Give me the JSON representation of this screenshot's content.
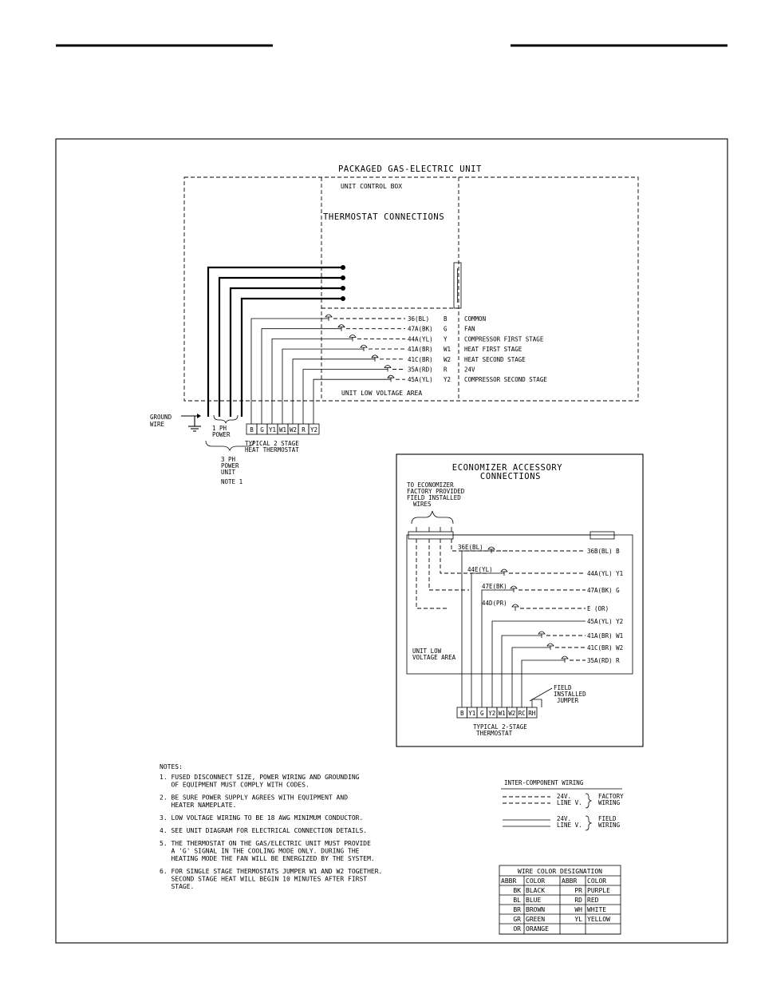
{
  "unit": {
    "title": "PACKAGED GAS-ELECTRIC UNIT",
    "control_box": "UNIT CONTROL BOX",
    "thermostat_connections": "THERMOSTAT CONNECTIONS",
    "low_voltage_area": "UNIT LOW VOLTAGE AREA",
    "ground_wire": [
      "GROUND",
      "WIRE"
    ],
    "power_1ph": [
      "1 PH",
      "POWER"
    ],
    "power_3ph": [
      "3 PH",
      "POWER",
      "UNIT"
    ],
    "note1": "NOTE 1",
    "thermostat_label": [
      "TYPICAL 2 STAGE",
      "HEAT THERMOSTAT"
    ],
    "terminals": [
      "B",
      "G",
      "Y1",
      "W1",
      "W2",
      "R",
      "Y2"
    ],
    "wires": [
      {
        "code": "36(BL)",
        "term": "B",
        "desc": "COMMON"
      },
      {
        "code": "47A(BK)",
        "term": "G",
        "desc": "FAN"
      },
      {
        "code": "44A(YL)",
        "term": "Y",
        "desc": "COMPRESSOR FIRST STAGE"
      },
      {
        "code": "41A(BR)",
        "term": "W1",
        "desc": "HEAT FIRST STAGE"
      },
      {
        "code": "41C(BR)",
        "term": "W2",
        "desc": "HEAT SECOND STAGE"
      },
      {
        "code": "35A(RD)",
        "term": "R",
        "desc": "24V"
      },
      {
        "code": "45A(YL)",
        "term": "Y2",
        "desc": "COMPRESSOR SECOND STAGE"
      }
    ]
  },
  "economizer": {
    "title": [
      "ECONOMIZER ACCESSORY",
      "CONNECTIONS"
    ],
    "to_economizer": [
      "TO ECONOMIZER",
      "FACTORY PROVIDED",
      "FIELD INSTALLED",
      "WIRES"
    ],
    "low_voltage_area": [
      "UNIT LOW",
      "VOLTAGE AREA"
    ],
    "field_jumper": [
      "FIELD",
      "INSTALLED",
      "JUMPER"
    ],
    "thermostat_label": [
      "TYPICAL 2-STAGE",
      "THERMOSTAT"
    ],
    "terminals": [
      "B",
      "Y1",
      "G",
      "Y2",
      "W1",
      "W2",
      "RC",
      "RH"
    ],
    "inner_wires": [
      "36E(BL)",
      "44E(YL)",
      "47E(BK)",
      "44D(PR)"
    ],
    "right_wires": [
      "36B(BL) B",
      "44A(YL) Y1",
      "47A(BK) G",
      "E (OR)",
      "45A(YL) Y2",
      "41A(BR) W1",
      "41C(BR) W2",
      "35A(RD) R"
    ]
  },
  "notes": {
    "heading": "NOTES:",
    "items": [
      [
        "1. FUSED DISCONNECT SIZE, POWER WIRING AND GROUNDING",
        "   OF EQUIPMENT MUST COMPLY WITH CODES."
      ],
      [
        "2. BE SURE POWER SUPPLY AGREES WITH EQUIPMENT AND",
        "   HEATER NAMEPLATE."
      ],
      [
        "3. LOW VOLTAGE WIRING TO BE 18 AWG MINIMUM CONDUCTOR."
      ],
      [
        "4. SEE UNIT DIAGRAM FOR ELECTRICAL CONNECTION DETAILS."
      ],
      [
        "5. THE THERMOSTAT ON THE GAS/ELECTRIC UNIT MUST PROVIDE",
        "   A 'G' SIGNAL IN THE COOLING MODE ONLY. DURING THE",
        "   HEATING MODE THE FAN WILL BE ENERGIZED BY THE SYSTEM."
      ],
      [
        "6. FOR SINGLE STAGE THERMOSTATS JUMPER W1 AND W2 TOGETHER.",
        "   SECOND STAGE HEAT WILL BEGIN 10 MINUTES AFTER FIRST",
        "   STAGE."
      ]
    ]
  },
  "legend": {
    "title": "INTER-COMPONENT WIRING",
    "v24": "24V.",
    "linev": "LINE V.",
    "factory": [
      "FACTORY",
      "WIRING"
    ],
    "field": [
      "FIELD",
      "WIRING"
    ]
  },
  "color_table": {
    "title": "WIRE COLOR DESIGNATION",
    "headers": [
      "ABBR",
      "COLOR",
      "ABBR",
      "COLOR"
    ],
    "rows": [
      [
        "BK",
        "BLACK",
        "PR",
        "PURPLE"
      ],
      [
        "BL",
        "BLUE",
        "RD",
        "RED"
      ],
      [
        "BR",
        "BROWN",
        "WH",
        "WHITE"
      ],
      [
        "GR",
        "GREEN",
        "YL",
        "YELLOW"
      ],
      [
        "OR",
        "ORANGE",
        "",
        ""
      ]
    ]
  }
}
